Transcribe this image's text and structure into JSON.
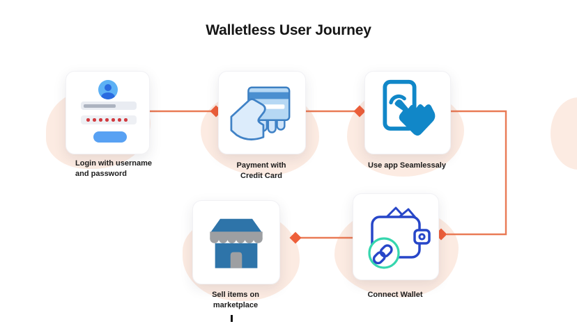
{
  "title": "Walletless User Journey",
  "steps": [
    {
      "id": "login",
      "icon": "login-form-icon",
      "label_lines": [
        "Login with username",
        "and password"
      ]
    },
    {
      "id": "payment",
      "icon": "credit-card-hand-icon",
      "label_lines": [
        "Payment with",
        "Credit Card"
      ]
    },
    {
      "id": "use-app",
      "icon": "phone-tap-icon",
      "label_lines": [
        "Use app Seamlessaly"
      ]
    },
    {
      "id": "connect-wallet",
      "icon": "wallet-link-icon",
      "label_lines": [
        "Connect Wallet"
      ]
    },
    {
      "id": "sell-items",
      "icon": "marketplace-store-icon",
      "label_lines": [
        "Sell items on",
        "marketplace"
      ]
    }
  ],
  "connectors": [
    {
      "from": "login",
      "to": "payment",
      "shape": "straight-right",
      "arrow": "diamond"
    },
    {
      "from": "payment",
      "to": "use-app",
      "shape": "straight-right",
      "arrow": "diamond"
    },
    {
      "from": "use-app",
      "to": "connect-wallet",
      "shape": "right-down-left",
      "arrow": "diamond"
    },
    {
      "from": "connect-wallet",
      "to": "sell-items",
      "shape": "straight-left",
      "arrow": "diamond"
    }
  ],
  "colors": {
    "connector_line": "#e97a55",
    "connector_diamond": "#ee5f3a",
    "blob_peach": "#fbe7dd",
    "card_bg": "#ffffff",
    "title_text": "#161616",
    "label_text": "#1c1c1c",
    "primary_blue": "#1187c8",
    "wallet_outline": "#2746c8",
    "badge_teal": "#36d6ae",
    "store_blue": "#2e74a9",
    "store_grey": "#9d9fa2",
    "login_button_blue": "#58a1f3",
    "avatar_blue": "#5db1f5",
    "password_dot_red": "#d23a3f",
    "card_fill_light_blue": "#b6d8f4",
    "card_stripe_blue": "#4a8fd0"
  }
}
